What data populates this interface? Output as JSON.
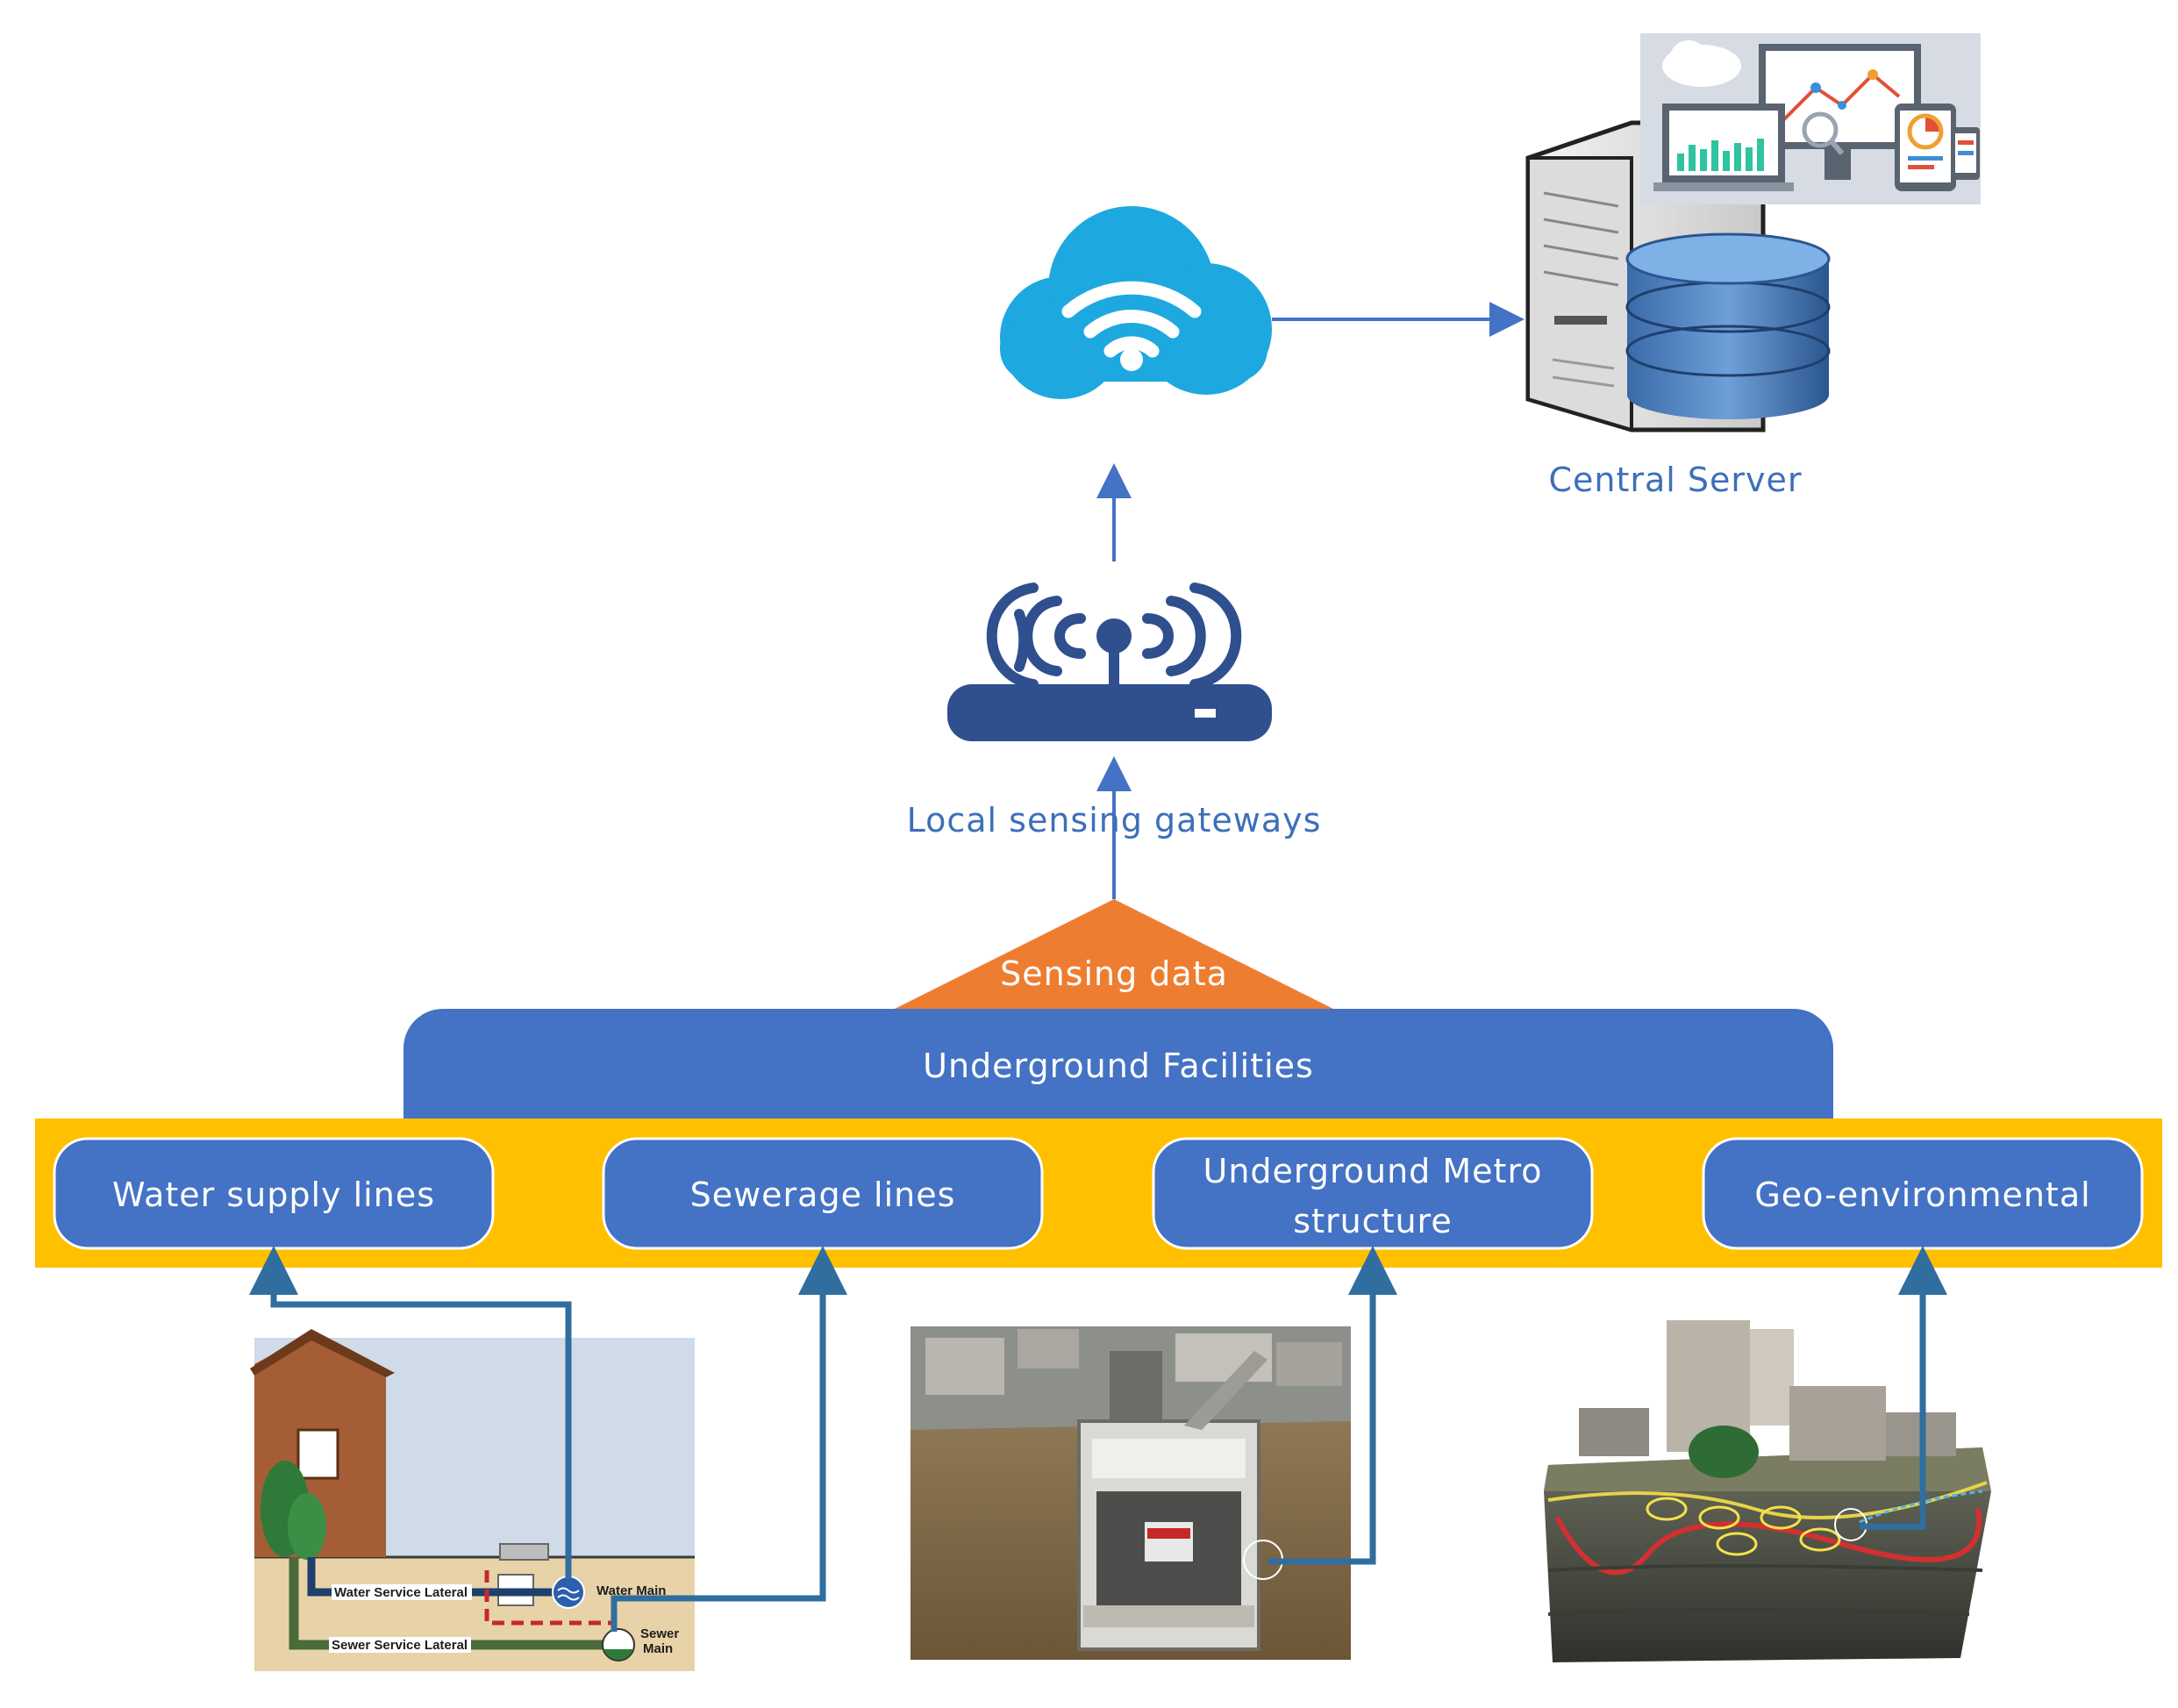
{
  "labels": {
    "central_server": "Central Server",
    "gateways": "Local sensing gateways",
    "sensing_data": "Sensing data",
    "underground_facilities": "Underground Facilities"
  },
  "facilities": [
    {
      "label_lines": [
        "Water supply lines"
      ]
    },
    {
      "label_lines": [
        "Sewerage lines"
      ]
    },
    {
      "label_lines": [
        "Underground Metro",
        "structure"
      ]
    },
    {
      "label_lines": [
        "Geo-environmental"
      ]
    }
  ],
  "water_diagram": {
    "water_service_lateral": "Water Service Lateral",
    "water_main": "Water Main",
    "sewer_service_lateral": "Sewer Service Lateral",
    "sewer_main_line1": "Sewer",
    "sewer_main_line2": "Main"
  },
  "icons": {
    "cloud": "cloud-wifi-icon",
    "server": "server-database-icon",
    "router": "router-icon",
    "dashboard": "dashboard-devices-icon"
  },
  "colors": {
    "arrow_blue": "#4472c4",
    "box_blue": "#4472c4",
    "band_gold": "#ffc000",
    "triangle_orange": "#ed7d31",
    "cloud_blue": "#1ea8e0",
    "router_navy": "#2f4f8f",
    "pipe_blue": "#2f6e9f"
  }
}
